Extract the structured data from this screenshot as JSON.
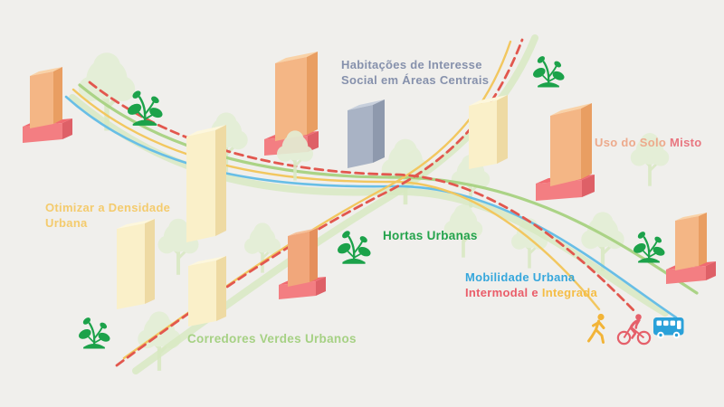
{
  "diagram": {
    "background": "#f0efec",
    "labels": {
      "social_housing": {
        "line1": "Habitações de Interesse",
        "line2": "Social em Áreas Centrais",
        "color": "#8691ac"
      },
      "mixed_use": {
        "part1": "Uso do Solo ",
        "part2": "Misto",
        "part1_color": "#edaa8c",
        "part2_color": "#e87680"
      },
      "density": {
        "line1": "Otimizar a Densidade",
        "line2": "Urbana",
        "color": "#f4cb6d"
      },
      "urban_gardens": {
        "text": "Hortas Urbanas",
        "color": "#23a34b"
      },
      "mobility": {
        "line1": "Mobilidade Urbana",
        "line1_color": "#36a7dc",
        "part1": "Intermodal e ",
        "part1_color": "#ea5d69",
        "part2": "Integrada",
        "part2_color": "#f5bd45"
      },
      "green_corridors": {
        "text": "Corredores Verdes Urbanos",
        "color": "#a6d184"
      }
    },
    "colors": {
      "route_blue": "#68bee6",
      "route_yellow": "#f2c75f",
      "route_green": "#abd386",
      "route_green_wide": "#d7e9c1",
      "route_red": "#e2574e",
      "plant": "#1ca24a",
      "tree_canopy": "#e3eed5",
      "tree_trunk": "#d9e9c4",
      "pedestrian": "#f2b438",
      "cyclist": "#e5606a",
      "bus": "#2aa1d9",
      "buildings": {
        "orange": {
          "front": "#f4b685",
          "side": "#e99e62",
          "top": "#f9d2a7"
        },
        "salmon": {
          "front": "#f1a77b",
          "side": "#e58f5c",
          "top": "#f6c098"
        },
        "cream": {
          "front": "#faf0c9",
          "side": "#eedaa3",
          "top": "#fdf7dc"
        },
        "gray": {
          "front": "#a9b3c5",
          "side": "#8e99ad",
          "top": "#c7cfdc"
        },
        "red": {
          "front": "#f37e82",
          "side": "#de6067",
          "top": "#f16b71"
        }
      }
    },
    "icons": {
      "sprout": "sprout-icon",
      "tree": "tree-icon",
      "pedestrian": "pedestrian-icon",
      "cyclist": "cyclist-icon",
      "bus": "bus-icon"
    }
  }
}
